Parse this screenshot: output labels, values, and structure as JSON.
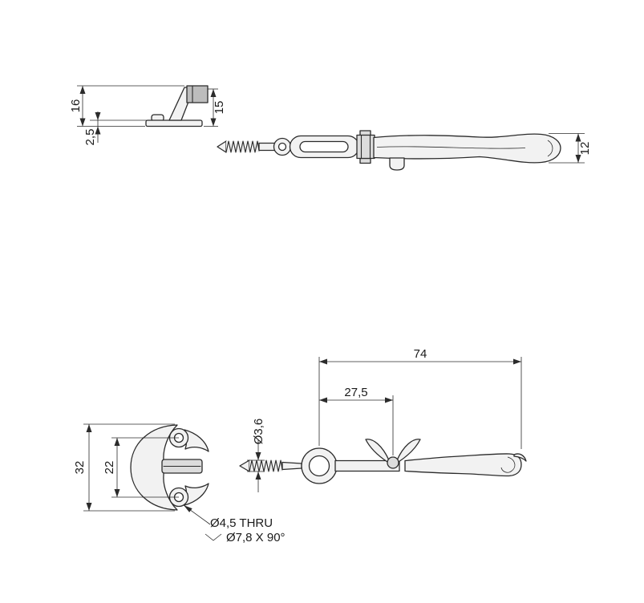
{
  "drawing": {
    "type": "technical-drawing",
    "colors": {
      "line": "#2b2b2b",
      "fill_light": "#f2f2f2",
      "fill_mid": "#dcdcdc",
      "fill_dark": "#bdbdbd",
      "background": "#ffffff"
    },
    "views": {
      "keeper_side": {
        "dim_height_total": "16",
        "dim_base_thickness": "2,5",
        "dim_catch_height": "15"
      },
      "latch_side": {
        "dim_handle_height": "12"
      },
      "keeper_front": {
        "dim_overall_height": "32",
        "dim_hole_spacing": "22",
        "note_hole_line1": "Ø4,5 THRU",
        "note_hole_line2": "Ø7,8 X 90°"
      },
      "latch_top": {
        "dim_overall_length": "74",
        "dim_eye_to_pivot": "27,5",
        "dim_thread_diameter": "Ø3,6"
      }
    }
  }
}
